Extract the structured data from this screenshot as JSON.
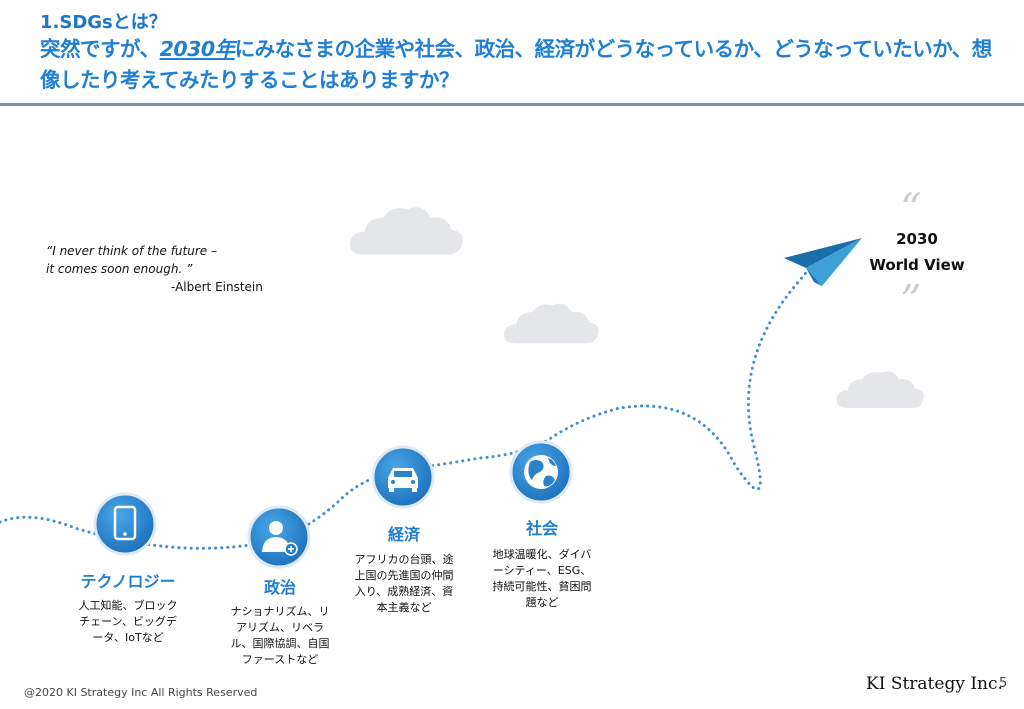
{
  "header": {
    "section_title": "1.SDGsとは？",
    "headline_pre": "突然ですが、",
    "headline_year": "2030年",
    "headline_post": "にみなさまの企業や社会、政治、経済がどうなっているか、どうなっていたいか、想像したり考えてみたりすることはありますか？"
  },
  "quote": {
    "line1": "“I never think of the future –",
    "line2": "it comes soon enough. ”",
    "author": "-Albert Einstein"
  },
  "world_view": {
    "quote_open": "“",
    "line1": "2030",
    "line2": "World View",
    "quote_close": "”"
  },
  "milestones": [
    {
      "title": "テクノロジー",
      "desc": "人工知能、ブロックチェーン、ビッグデータ、IoTなど",
      "icon": "smartphone-icon"
    },
    {
      "title": "政治",
      "desc": "ナショナリズム、リアリズム、リベラル、国際協調、自国ファーストなど",
      "icon": "person-add-icon"
    },
    {
      "title": "経済",
      "desc": "アフリカの台頭、途上国の先進国の仲間入り、成熟経済、資本主義など",
      "icon": "car-icon"
    },
    {
      "title": "社会",
      "desc": "地球温暖化、ダイバーシティー、ESG、持続可能性、貧困問題など",
      "icon": "globe-icon"
    }
  ],
  "colors": {
    "accent": "#1f7fd4",
    "dotted_path": "#3d8fd4",
    "cloud": "#e4e6ea",
    "plane_dark": "#1b6fa8",
    "plane_light": "#3fa0d6"
  },
  "footer": {
    "copyright": "@2020 KI Strategy Inc  All Rights Reserved",
    "brand": "KI Strategy Inc.",
    "page": "5"
  }
}
